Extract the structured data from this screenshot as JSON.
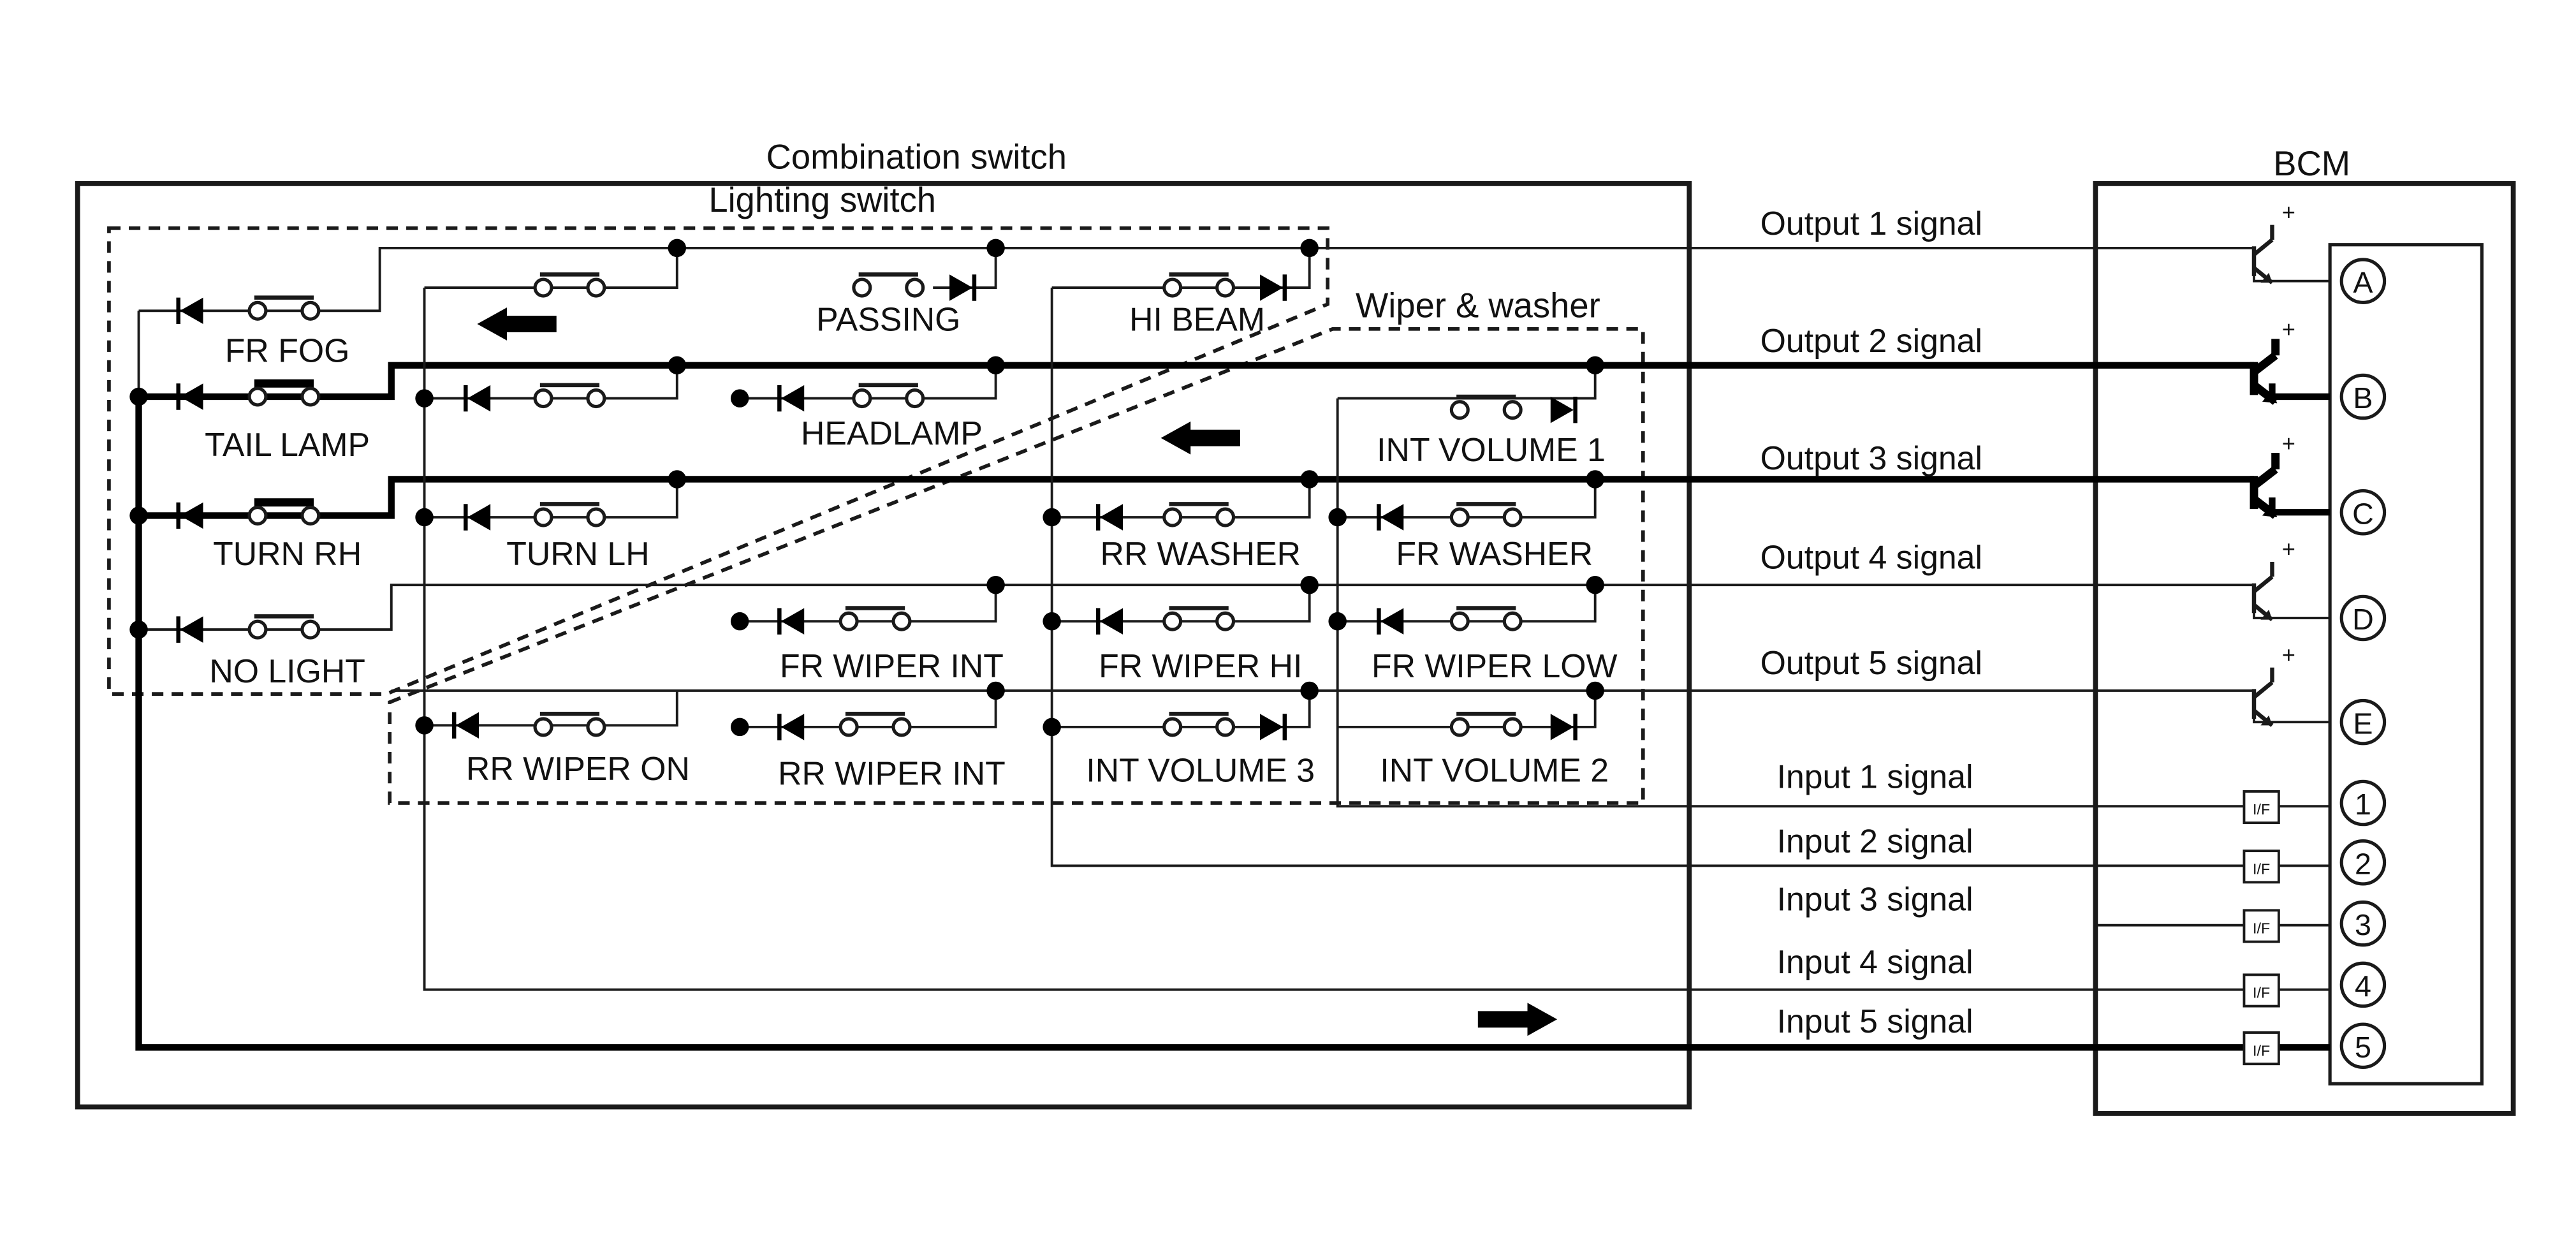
{
  "diagram": {
    "combination_switch_title": "Combination switch",
    "lighting_switch_title": "Lighting switch",
    "wiper_washer_title": "Wiper & washer",
    "bcm_title": "BCM",
    "switches": {
      "fr_fog": "FR FOG",
      "tail_lamp": "TAIL LAMP",
      "turn_rh": "TURN RH",
      "no_light": "NO LIGHT",
      "passing": "PASSING",
      "hi_beam": "HI BEAM",
      "headlamp": "HEADLAMP",
      "turn_lh": "TURN LH",
      "int_volume_1": "INT VOLUME 1",
      "rr_washer": "RR WASHER",
      "fr_washer": "FR WASHER",
      "fr_wiper_int": "FR WIPER INT",
      "fr_wiper_hi": "FR WIPER HI",
      "fr_wiper_low": "FR WIPER LOW",
      "rr_wiper_on": "RR WIPER ON",
      "rr_wiper_int": "RR WIPER INT",
      "int_volume_3": "INT VOLUME 3",
      "int_volume_2": "INT VOLUME 2"
    },
    "signals": {
      "output_1": "Output 1 signal",
      "output_2": "Output 2 signal",
      "output_3": "Output 3 signal",
      "output_4": "Output 4 signal",
      "output_5": "Output 5 signal",
      "input_1": "Input 1 signal",
      "input_2": "Input 2 signal",
      "input_3": "Input 3 signal",
      "input_4": "Input 4 signal",
      "input_5": "Input 5 signal"
    },
    "terminals": {
      "a": "A",
      "b": "B",
      "c": "C",
      "d": "D",
      "e": "E",
      "t1": "1",
      "t2": "2",
      "t3": "3",
      "t4": "4",
      "t5": "5"
    },
    "interface_label": "I/F",
    "transistor_plus": "+"
  }
}
